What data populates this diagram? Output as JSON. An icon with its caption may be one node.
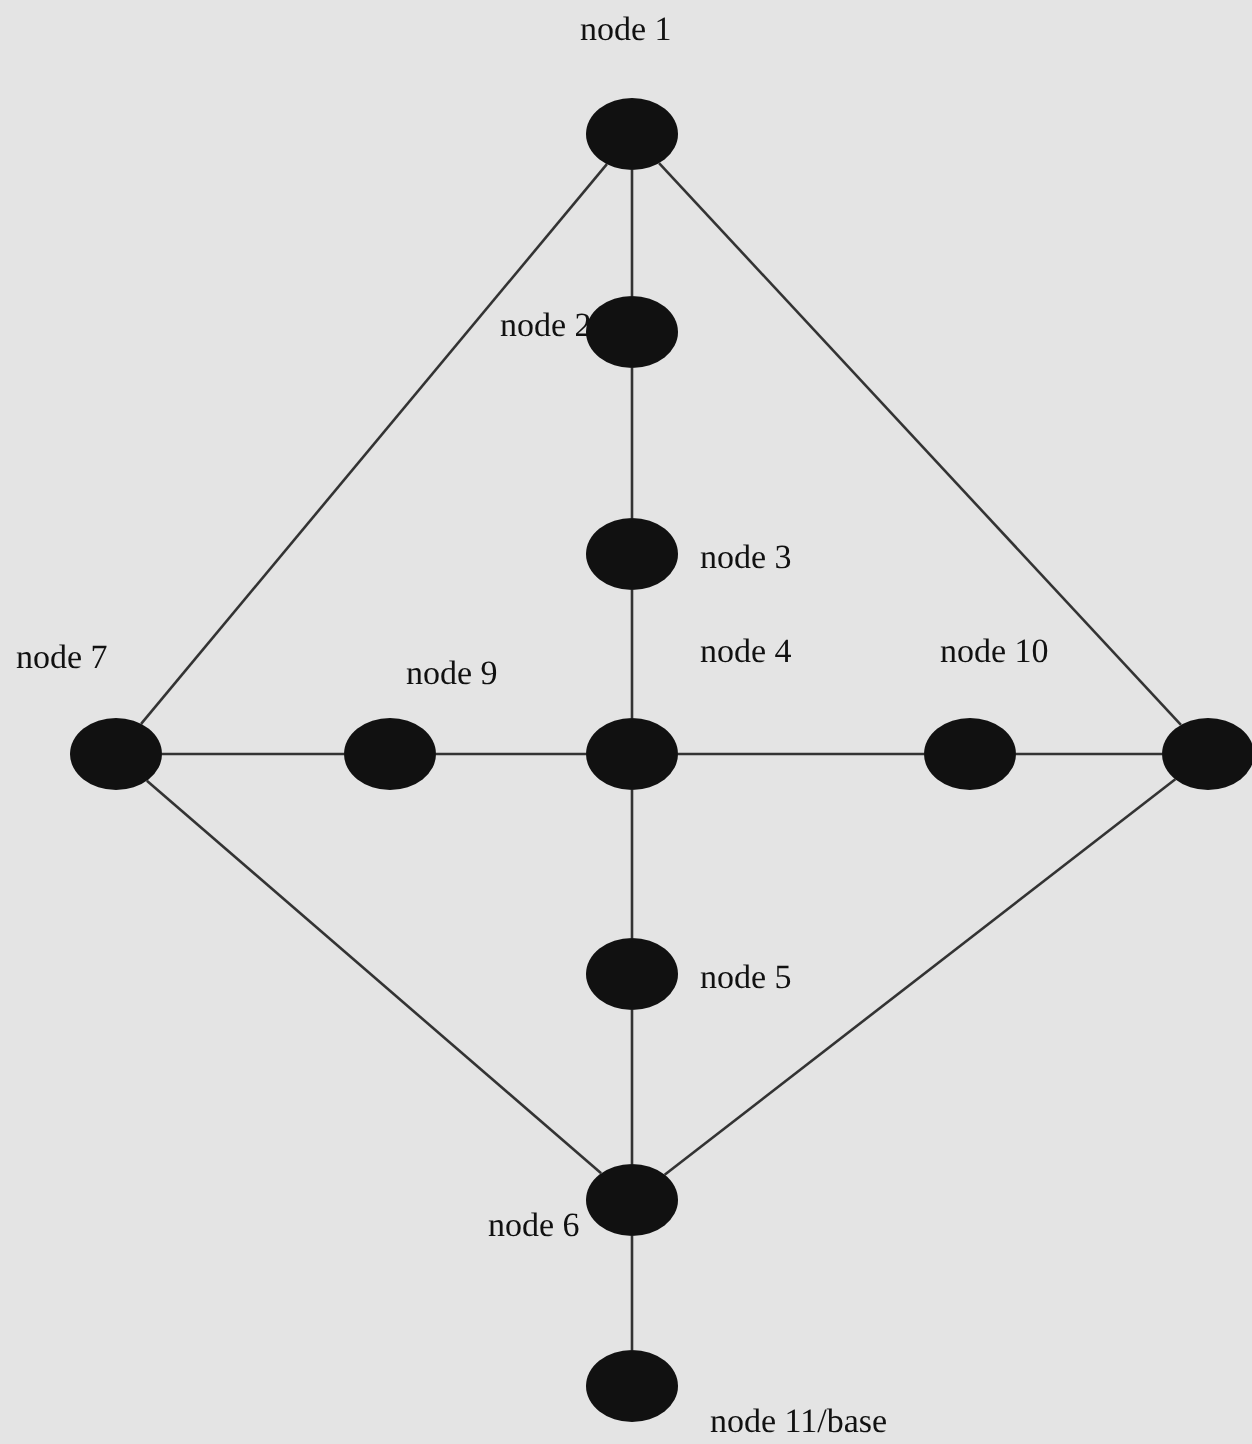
{
  "diagram": {
    "nodes": [
      {
        "text": [],
        "shape": "circle",
        "beside": [
          "node 1"
        ]
      },
      {
        "text": [],
        "shape": "circle",
        "beside": [
          "node 2"
        ]
      },
      {
        "text": [],
        "shape": "circle",
        "beside": [
          "node 3"
        ]
      },
      {
        "text": [],
        "shape": "circle",
        "beside": [
          "node 4"
        ]
      },
      {
        "text": [],
        "shape": "circle",
        "beside": [
          "node 5"
        ]
      },
      {
        "text": [],
        "shape": "circle",
        "beside": [
          "node 6"
        ]
      },
      {
        "text": [],
        "shape": "circle",
        "beside": [
          "node 7"
        ]
      },
      {
        "text": [],
        "shape": "circle"
      },
      {
        "text": [],
        "shape": "circle",
        "beside": [
          "node 9"
        ]
      },
      {
        "text": [],
        "shape": "circle",
        "beside": [
          "node 10"
        ]
      },
      {
        "text": [],
        "shape": "circle",
        "beside": [
          "node 11/base"
        ]
      }
    ],
    "edges": [
      {
        "from": 0,
        "to": 1,
        "arrow": "none"
      },
      {
        "from": 1,
        "to": 2,
        "arrow": "none"
      },
      {
        "from": 2,
        "to": 3,
        "arrow": "none"
      },
      {
        "from": 3,
        "to": 4,
        "arrow": "none"
      },
      {
        "from": 4,
        "to": 5,
        "arrow": "none"
      },
      {
        "from": 5,
        "to": 10,
        "arrow": "none"
      },
      {
        "from": 0,
        "to": 6,
        "arrow": "none"
      },
      {
        "from": 0,
        "to": 7,
        "arrow": "none"
      },
      {
        "from": 6,
        "to": 8,
        "arrow": "none"
      },
      {
        "from": 8,
        "to": 3,
        "arrow": "none"
      },
      {
        "from": 3,
        "to": 9,
        "arrow": "none"
      },
      {
        "from": 9,
        "to": 7,
        "arrow": "none"
      },
      {
        "from": 6,
        "to": 5,
        "arrow": "none"
      },
      {
        "from": 7,
        "to": 5,
        "arrow": "none"
      }
    ]
  }
}
